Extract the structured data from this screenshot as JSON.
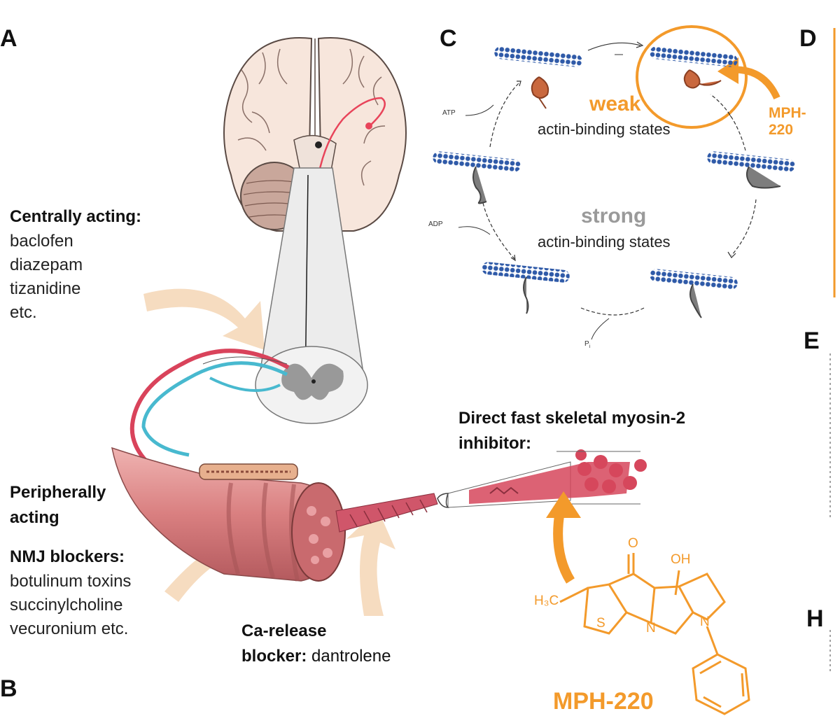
{
  "panels": {
    "a": "A",
    "b": "B",
    "c": "C",
    "d": "D",
    "e": "E",
    "h": "H"
  },
  "central": {
    "heading": "Centrally acting:",
    "drugs": [
      "baclofen",
      "diazepam",
      "tizanidine",
      "etc."
    ]
  },
  "peripheral": {
    "heading_line1": "Peripherally",
    "heading_line2": "acting"
  },
  "nmj": {
    "heading": "NMJ blockers:",
    "drugs": [
      "botulinum toxins",
      "succinylcholine",
      "vecuronium etc."
    ]
  },
  "ca_release": {
    "line1": "Ca-release",
    "line2_bold": "blocker:",
    "line2_rest": " dantrolene"
  },
  "direct": {
    "line1": "Direct fast skeletal myosin-2",
    "line2": "inhibitor:"
  },
  "cycle": {
    "weak_word": "weak",
    "weak_desc": "actin-binding states",
    "strong_word": "strong",
    "strong_desc": "actin-binding states",
    "atp": "ATP",
    "adp": "ADP",
    "pi": "P",
    "pi_sub": "i",
    "mph_line1": "MPH-",
    "mph_line2": "220"
  },
  "molecule": {
    "name": "MPH-220",
    "atom_o": "O",
    "atom_oh": "OH",
    "atom_h3c": "H₃C",
    "atom_s": "S",
    "atom_n_ring": "N",
    "atom_n": "N"
  },
  "colors": {
    "orange": "#f39a2b",
    "actin_blue": "#2f5aa8",
    "myosin_weak": "#c9683e",
    "myosin_strong": "#6d6d6d",
    "nerve_red": "#d9435b",
    "nerve_cyan": "#48b9cf",
    "muscle": "#d97f80",
    "arrow_beige": "#f6dcc0"
  },
  "icons": [
    "brain-illustration",
    "spinal-cord-cross-section",
    "muscle-fiber-bundle",
    "actin-filament",
    "myosin-head",
    "curved-arrow"
  ]
}
